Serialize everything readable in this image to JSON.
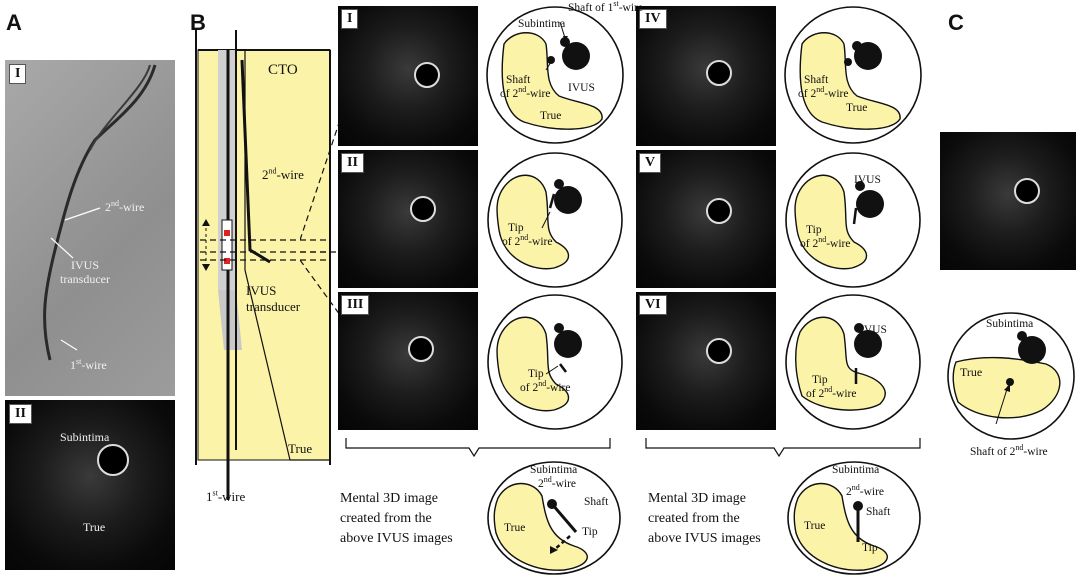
{
  "panels": {
    "A": "A",
    "B": "B",
    "C": "C"
  },
  "panel_a": {
    "sub1": "I",
    "sub2": "II",
    "wire2_pre": "2",
    "wire2_sup": "nd",
    "wire2_post": "-wire",
    "ivus_l1": "IVUS",
    "ivus_l2": "transducer",
    "wire1_pre": "1",
    "wire1_sup": "st",
    "wire1_post": "-wire",
    "subintima": "Subintima",
    "true": "True"
  },
  "panel_b": {
    "cto": "CTO",
    "wire2_pre": "2",
    "wire2_sup": "nd",
    "wire2_post": "-wire",
    "ivus_l1": "IVUS",
    "ivus_l2": "transducer",
    "true": "True",
    "wire1_pre": "1",
    "wire1_sup": "st",
    "wire1_post": "-wire"
  },
  "frames": {
    "I": {
      "label": "I",
      "t1_pre": "Shaft of 1",
      "t1_sup": "st",
      "t1_post": "-wire",
      "subintima": "Subintima",
      "shaft_l1": "Shaft",
      "shaft_l2_pre": "of 2",
      "shaft_l2_sup": "nd",
      "shaft_l2_post": "-wire",
      "ivus": "IVUS",
      "true": "True"
    },
    "II": {
      "label": "II",
      "l1": "Tip",
      "l2_pre": "of 2",
      "l2_sup": "nd",
      "l2_post": "-wire"
    },
    "III": {
      "label": "III",
      "l1": "Tip",
      "l2_pre": "of 2",
      "l2_sup": "nd",
      "l2_post": "-wire"
    },
    "IV": {
      "label": "IV",
      "shaft_l1": "Shaft",
      "shaft_l2_pre": "of 2",
      "shaft_l2_sup": "nd",
      "shaft_l2_post": "-wire",
      "true": "True"
    },
    "V": {
      "label": "V",
      "ivus": "IVUS",
      "l1": "Tip",
      "l2_pre": "of 2",
      "l2_sup": "nd",
      "l2_post": "-wire"
    },
    "VI": {
      "label": "VI",
      "ivus": "IVUS",
      "l1": "Tip",
      "l2_pre": "of 2",
      "l2_sup": "nd",
      "l2_post": "-wire"
    }
  },
  "mental": {
    "left": {
      "l1": "Mental   3D   image",
      "l2": "created    from    the",
      "l3": "above IVUS images",
      "subintima": "Subintima",
      "wire_pre": "2",
      "wire_sup": "nd",
      "wire_post": "-wire",
      "shaft": "Shaft",
      "tip": "Tip",
      "true": "True"
    },
    "right": {
      "l1": "Mental   3D   image",
      "l2": "created    from    the",
      "l3": "above IVUS images",
      "subintima": "Subintima",
      "wire_pre": "2",
      "wire_sup": "nd",
      "wire_post": "-wire",
      "shaft": "Shaft",
      "tip": "Tip",
      "true": "True"
    }
  },
  "panel_c": {
    "subintima": "Subintima",
    "true": "True",
    "shaft_pre": "Shaft of 2",
    "shaft_sup": "nd",
    "shaft_post": "-wire"
  },
  "colors": {
    "lumen_fill": "#fbf3a8",
    "outline": "#111111"
  }
}
